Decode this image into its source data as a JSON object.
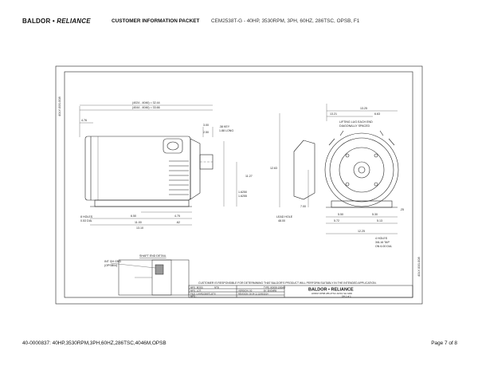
{
  "header": {
    "logo_left": "BALDOR",
    "logo_sep": " • ",
    "logo_right": "RELIANCE",
    "packet_title": "CUSTOMER INFORMATION PACKET",
    "model_line": "CEM2538T-G - 40HP, 3530RPM, 3PH, 60HZ, 286TSC, OPSB, F1"
  },
  "drawing": {
    "side_number": "40LY-000-008",
    "side_number_right": "40LY-000-008",
    "dims_side": {
      "dim_a": "(4024 - 4046) = 32.44",
      "dim_b": "(4044 - 4046) = 33.66",
      "d_476": "4.76",
      "d_300": "3.00",
      "d_250": "2.50",
      "key": ".38 KEY",
      "key_long": "1.88 LONG",
      "shaft_dia": "1.6250",
      "shaft_dia2": "1.6255",
      "d_1127": "11.27",
      "d_650": "6.50",
      "d_475": "4.75",
      "d_1100": "11.00",
      "d_062": ".62",
      "d_1310": "13.10",
      "holes": "8 HOLES",
      "holes_dia": "0.53 DIA.",
      "shaft_end": "SHAFT END DETAIL",
      "int_grd": "INT GH GND",
      "int_grd2": "(OPSB04)"
    },
    "dims_end": {
      "d_1325": "13.25",
      "d_1321": "13.21",
      "d_663": "6.63",
      "lift_1": "LIFTING LUG EACH END",
      "lift_2": "DIAGONALLY SPACED",
      "d_1263": "12.63",
      "d_700": "7.00",
      "d_550": "5.50",
      "d_530": "5.30",
      "d_572": "5.72",
      "d_513": "5.13",
      "d_1225": "12.25",
      "lead": "LEAD HOLE",
      "lead2": "48.00",
      "holes4": "4 HOLES",
      "tap": "3/8-16 TAP",
      "tap2": "ON 6.00 DIA.",
      "d_025": ".25"
    },
    "notice": "CUSTOMER IS RESPONSIBLE FOR DETERMINING THAT BALDOR'S PRODUCT WILL PERFORM SUITABLY IN THE INTENDED APPLICATION.",
    "title_block": {
      "r1a": "MFG. BOSS:",
      "r1b": "NTB",
      "r2a": "MFG. LOT:",
      "r3a": "FILE: LAAR1000871.BTX",
      "r4a": "MFG.:",
      "m1a": "VERSION: 00",
      "m2a": "REVISION: 00  04-11  12/06/2014",
      "m3a": "TYPE: 000000-1099AB",
      "m3b": "BY: ENGMRB",
      "brand": "BALDOR • RELIANCE",
      "desc": "HORIZ OPSB 286-4TSC 40/3/1 SH GRD",
      "sheet": "SH 1 of 1"
    }
  },
  "footer": {
    "left": "40-0000837: 40HP,3530RPM,3PH,60HZ,286TSC,4046M,OPSB",
    "right": "Page 7 of 8"
  }
}
